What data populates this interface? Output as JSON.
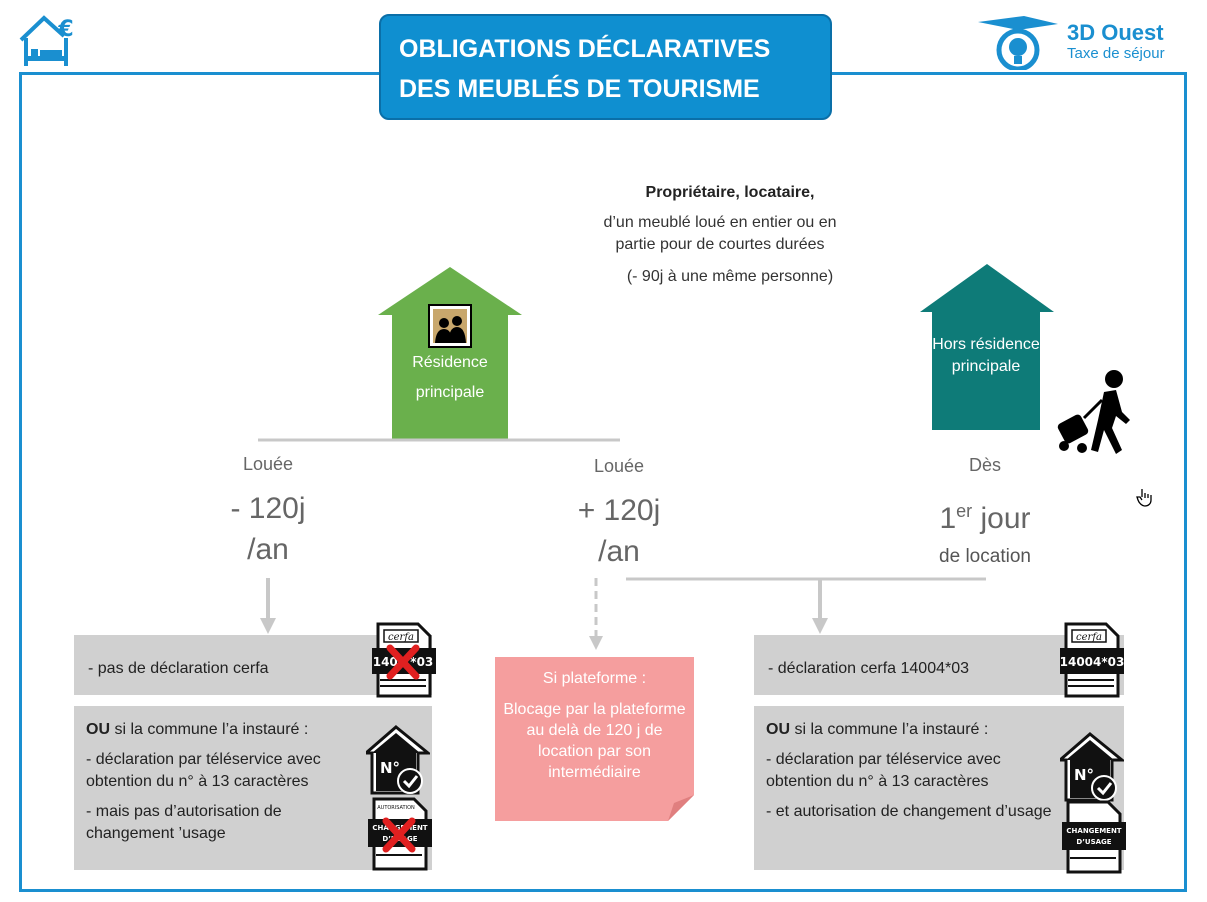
{
  "header": {
    "title_line1": "OBLIGATIONS DÉCLARATIVES",
    "title_line2": "DES MEUBLÉS DE TOURISME",
    "logo_name": "3D Ouest",
    "logo_subtitle": "Taxe de séjour",
    "corner_icon_symbol": "€"
  },
  "intro": {
    "bold_line": "Propriétaire, locataire,",
    "line1": "d’un meublé loué en entier ou en",
    "line2": "partie pour de courtes durées",
    "line3": "(- 90j à une même personne)"
  },
  "houses": {
    "residence_principale": {
      "line1": "Résidence",
      "line2": "principale",
      "color": "#6ab04c"
    },
    "hors_residence": {
      "label": "Hors résidence principale",
      "color": "#0e7b78"
    }
  },
  "columns": {
    "col1": {
      "head": "Louée",
      "value_line1": "- 120j",
      "value_line2": "/an"
    },
    "col2": {
      "head": "Louée",
      "value_line1": "+ 120j",
      "value_line2": "/an"
    },
    "col3": {
      "head": "Dès",
      "value": "1",
      "value_sup": "er",
      "value_rest": " jour",
      "sub": "de location"
    }
  },
  "boxes": {
    "box1": {
      "text": "-   pas de déclaration cerfa"
    },
    "box2": {
      "intro_bold": "OU",
      "intro_rest": " si la commune l’a  instauré :",
      "item1": "-   déclaration par téléservice avec obtention du n° à 13  caractères",
      "item2": "-    mais pas d’autorisation de changement ’usage"
    },
    "box3": {
      "text": "-   déclaration cerfa 14004*03"
    },
    "box4": {
      "intro_bold": "OU",
      "intro_rest": " si la commune l’a instauré :",
      "item1": "-   déclaration par téléservice avec obtention du n° à 13 caractères",
      "item2": "-   et autorisation de changement d’usage"
    }
  },
  "pink_note": {
    "title": "Si plateforme :",
    "body": "Blocage par la plateforme au delà de 120 j de location par son intermédiaire"
  },
  "icons": {
    "cerfa_label": "cerfa",
    "cerfa_number": "14004*03",
    "cerfa_number_crossed": "1400 *03",
    "changement_label_1": "CHANGEMENT",
    "changement_label_2": "D’USAGE",
    "autorisation_label": "AUTORISATION",
    "numero_label": "N°"
  },
  "colors": {
    "accent_blue": "#1a8fd0",
    "green": "#6ab04c",
    "teal": "#0e7b78",
    "grey_box": "#d0d0d0",
    "pink": "#f59e9e",
    "cross_red": "#e02020"
  }
}
